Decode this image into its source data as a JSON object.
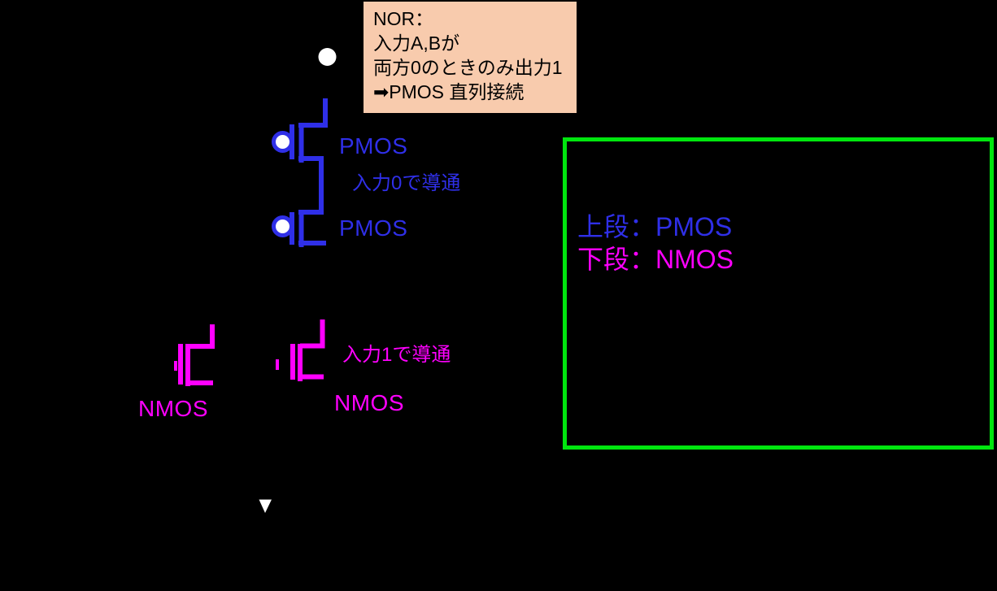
{
  "colors": {
    "circuit_blue": "#2f2fe8",
    "circuit_magenta": "#ff00ff",
    "highlight_green": "#00e60e",
    "note_peach": "#f8cbad"
  },
  "note_box": {
    "line1": "NOR：",
    "line2": "入力A,Bが",
    "line3": "両方0のときのみ出力1",
    "line4": "➡PMOS 直列接続"
  },
  "pmos_section": {
    "transistor1_label": "PMOS",
    "transistor2_label": "PMOS",
    "conduction_note": "入力0で導通"
  },
  "nmos_section": {
    "transistor1_label": "NMOS",
    "transistor2_label": "NMOS",
    "conduction_note": "入力1で導通"
  },
  "legend_box": {
    "line1": "上段：PMOS",
    "line2": "下段：NMOS"
  }
}
